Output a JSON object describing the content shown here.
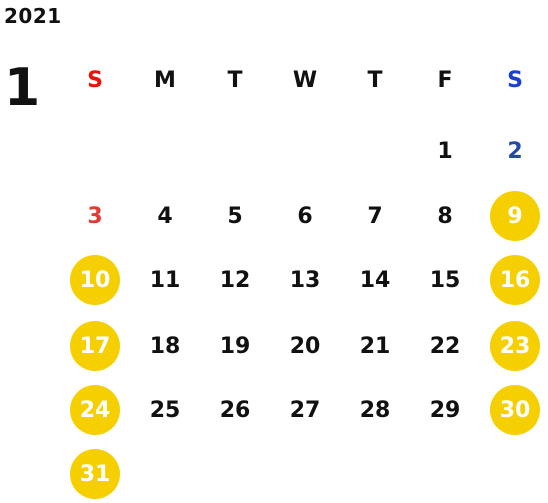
{
  "calendar": {
    "year": "2021",
    "month": "1",
    "weekdays": [
      "S",
      "M",
      "T",
      "W",
      "T",
      "F",
      "S"
    ],
    "weeks": [
      [
        "",
        "",
        "",
        "",
        "",
        "1",
        "2"
      ],
      [
        "3",
        "4",
        "5",
        "6",
        "7",
        "8",
        "9"
      ],
      [
        "10",
        "11",
        "12",
        "13",
        "14",
        "15",
        "16"
      ],
      [
        "17",
        "18",
        "19",
        "20",
        "21",
        "22",
        "23"
      ],
      [
        "24",
        "25",
        "26",
        "27",
        "28",
        "29",
        "30"
      ],
      [
        "31",
        "",
        "",
        "",
        "",
        "",
        ""
      ]
    ],
    "highlighted_days": [
      "9",
      "10",
      "16",
      "17",
      "23",
      "24",
      "30",
      "31"
    ]
  },
  "colors": {
    "sunday_header": "#e8140c",
    "saturday_header": "#1a3fd1",
    "holiday_circle": "#f6cf00",
    "day_text": "#111111"
  }
}
